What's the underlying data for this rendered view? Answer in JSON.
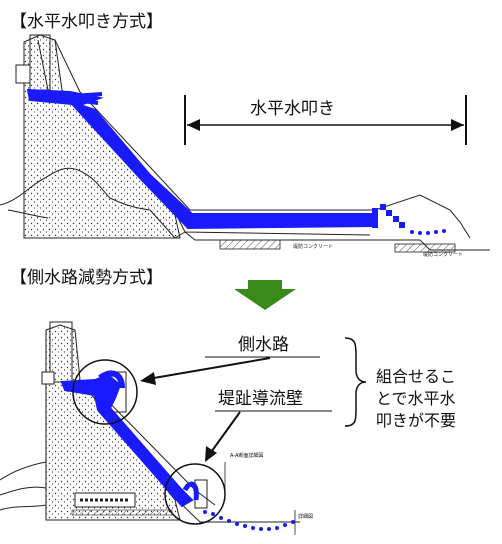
{
  "top_section": {
    "title": "【水平水叩き方式】",
    "span_label": "水平水叩き",
    "concrete_label_1": "堤防コンクリート",
    "concrete_label_2": "堤防コンクリート"
  },
  "bottom_section": {
    "title": "【側水路減勢方式】",
    "callout_channel": "側水路",
    "callout_wall": "堤趾導流壁",
    "small_label_1": "A-A断面詳細図",
    "small_label_2": "詳細図",
    "note_lines": [
      "組合せるこ",
      "とで水平水",
      "叩きが不要"
    ]
  },
  "colors": {
    "water": "#1a1aff",
    "arrow_green": "#3a8a1a",
    "line": "#222222",
    "hatch": "#555555"
  }
}
